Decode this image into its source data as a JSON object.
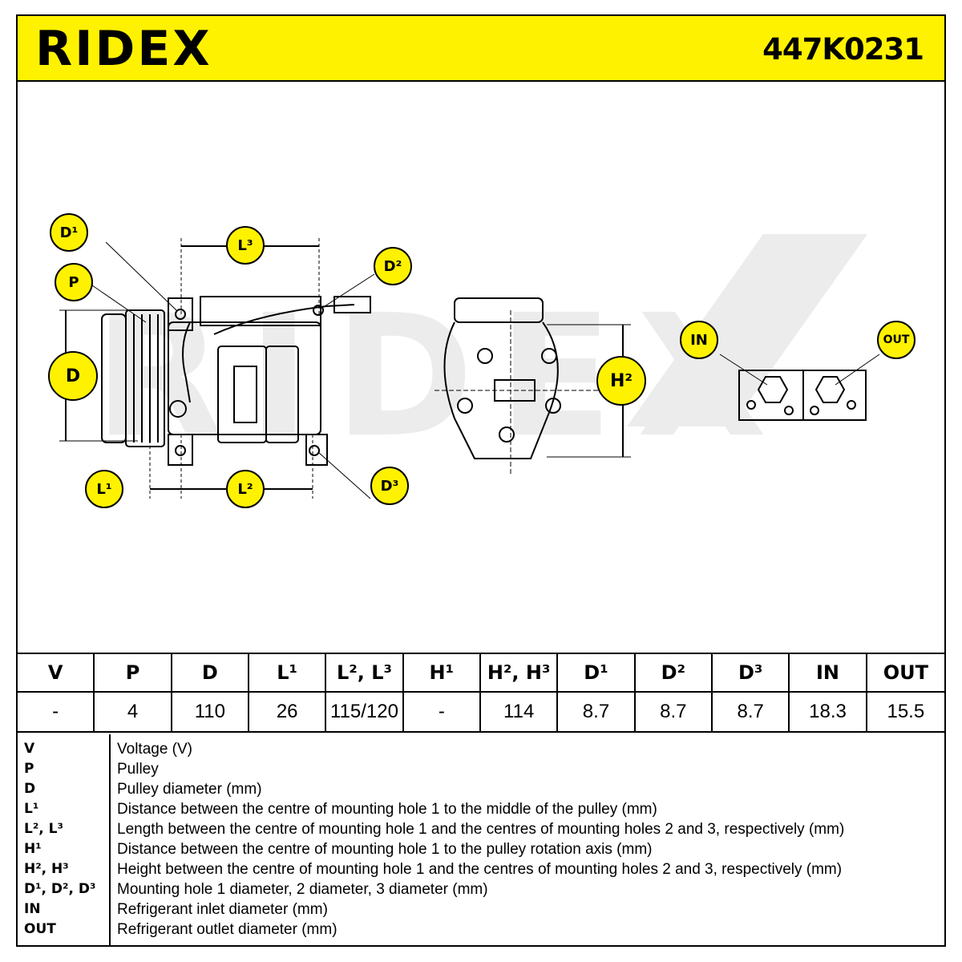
{
  "header": {
    "brand": "RIDEX",
    "part_number": "447K0231"
  },
  "colors": {
    "accent": "#fff200",
    "ink": "#000000",
    "watermark": "#e6e6e6"
  },
  "drawing": {
    "watermark_text": "RIDEX",
    "callouts": {
      "d1": "D¹",
      "p": "P",
      "d": "D",
      "l3": "L³",
      "d2": "D²",
      "l1": "L¹",
      "l2": "L²",
      "d3": "D³",
      "h2": "H²",
      "in": "IN",
      "out": "OUT"
    }
  },
  "spec_table": {
    "headers": [
      "V",
      "P",
      "D",
      "L¹",
      "L², L³",
      "H¹",
      "H², H³",
      "D¹",
      "D²",
      "D³",
      "IN",
      "OUT"
    ],
    "values": [
      "-",
      "4",
      "110",
      "26",
      "115/120",
      "-",
      "114",
      "8.7",
      "8.7",
      "8.7",
      "18.3",
      "15.5"
    ]
  },
  "legend": [
    {
      "key": "V",
      "desc": "Voltage (V)"
    },
    {
      "key": "P",
      "desc": "Pulley"
    },
    {
      "key": "D",
      "desc": "Pulley diameter (mm)"
    },
    {
      "key": "L¹",
      "desc": "Distance between the centre of mounting hole 1 to the middle of the pulley (mm)"
    },
    {
      "key": "L², L³",
      "desc": "Length between the centre of mounting hole 1 and the centres of mounting holes 2 and 3, respectively (mm)"
    },
    {
      "key": "H¹",
      "desc": "Distance between the centre of mounting hole 1 to the pulley rotation axis (mm)"
    },
    {
      "key": "H², H³",
      "desc": "Height between the centre of mounting hole 1 and the centres of mounting holes 2 and 3, respectively (mm)"
    },
    {
      "key": "D¹, D², D³",
      "desc": "Mounting hole 1 diameter, 2 diameter, 3 diameter (mm)"
    },
    {
      "key": "IN",
      "desc": "Refrigerant inlet diameter (mm)"
    },
    {
      "key": "OUT",
      "desc": "Refrigerant outlet diameter (mm)"
    }
  ]
}
